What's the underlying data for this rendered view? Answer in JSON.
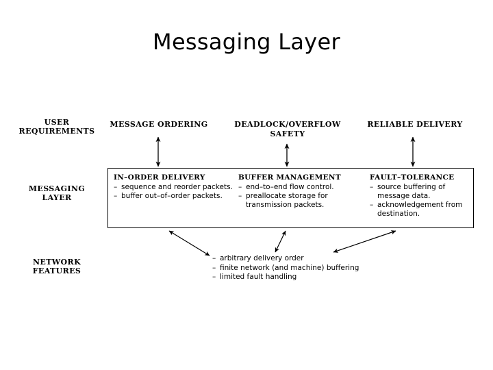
{
  "slide": {
    "title": "Messaging Layer"
  },
  "row_labels": {
    "user_requirements": "USER\nREQUIREMENTS",
    "user_requirements_line1": "USER",
    "user_requirements_line2": "REQUIREMENTS",
    "messaging_layer_line1": "MESSAGING",
    "messaging_layer_line2": "LAYER",
    "network_features_line1": "NETWORK",
    "network_features_line2": "FEATURES"
  },
  "column_headers": {
    "message_ordering": "MESSAGE ORDERING",
    "deadlock_overflow_line1": "DEADLOCK/OVERFLOW",
    "deadlock_overflow_line2": "SAFETY",
    "reliable_delivery": "RELIABLE DELIVERY"
  },
  "messaging_layer_box": {
    "columns": [
      {
        "title": "IN–ORDER DELIVERY",
        "bullet_marker": "–",
        "bullets": [
          "sequence and reorder packets.",
          "buffer out–of–order packets."
        ]
      },
      {
        "title": "BUFFER MANAGEMENT",
        "bullet_marker": "–",
        "bullets": [
          "end–to–end flow control.",
          "preallocate storage for transmission packets."
        ]
      },
      {
        "title": "FAULT–TOLERANCE",
        "bullet_marker": "–",
        "bullets": [
          "source buffering of message data.",
          "acknowledgement from destination."
        ]
      }
    ]
  },
  "network_features": {
    "bullet_marker": "–",
    "items": [
      "arbitrary delivery order",
      "finite network (and machine) buffering",
      "limited fault handling"
    ]
  },
  "arrows": {
    "names": [
      "arrow-message-ordering",
      "arrow-deadlock-overflow",
      "arrow-reliable-delivery",
      "arrow-network-left",
      "arrow-network-middle",
      "arrow-network-right"
    ],
    "style": "double-headed",
    "color": "#000000"
  },
  "colors": {
    "background": "#ffffff",
    "text": "#000000",
    "border": "#000000"
  }
}
